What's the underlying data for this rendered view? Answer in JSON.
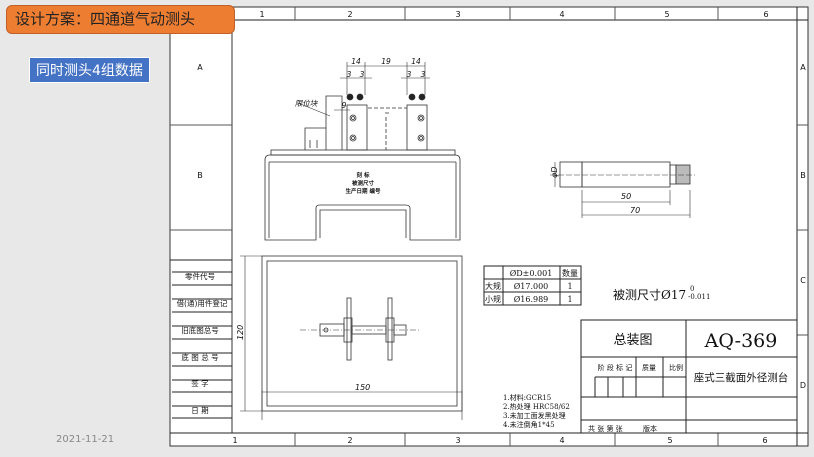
{
  "slide": {
    "title": "设计方案：四通道气动测头",
    "subtitle": "同时测头4组数据",
    "date": "2021-11-21"
  },
  "drawing": {
    "col_numbers": [
      "1",
      "2",
      "3",
      "4",
      "5",
      "6"
    ],
    "row_letters": [
      "A",
      "B",
      "C",
      "D"
    ],
    "left_table": [
      "零件代号",
      "借(通)用件登记",
      "旧底图总号",
      "底 图 总 号",
      "签   字",
      "日   期"
    ],
    "top_view": {
      "dims": [
        "14",
        "19",
        "14",
        "3",
        "3",
        "3",
        "3",
        "9"
      ],
      "limit_block_label": "限位块",
      "plate_text": [
        "刻 标",
        "被测尺寸",
        "生产日期     编号"
      ]
    },
    "bottom_view": {
      "dim_height": "120",
      "dim_width": "150"
    },
    "part_view": {
      "dim_diameter": "φD",
      "dim_50": "50",
      "dim_70": "70"
    },
    "master_table": {
      "headers": [
        "",
        "ØD±0.001",
        "数量"
      ],
      "rows": [
        [
          "大规",
          "Ø17.000",
          "1"
        ],
        [
          "小规",
          "Ø16.989",
          "1"
        ]
      ]
    },
    "measured_size": {
      "label": "被测尺寸Ø17",
      "upper_tol": "0",
      "lower_tol": "-0.011"
    },
    "title_block": {
      "drawing_type": "总装图",
      "drawing_number": "AQ-369",
      "stage_mark": "阶 段 标 记",
      "weight": "质量",
      "scale": "比例",
      "name": "座式三截面外径测台",
      "sheets": "共  张  第  张",
      "version": "版本"
    },
    "notes": [
      "1.材料:GCR15",
      "2.热处理 HRC58/62",
      "3.未加工面发黑处理",
      "4.未注倒角1*45"
    ]
  }
}
